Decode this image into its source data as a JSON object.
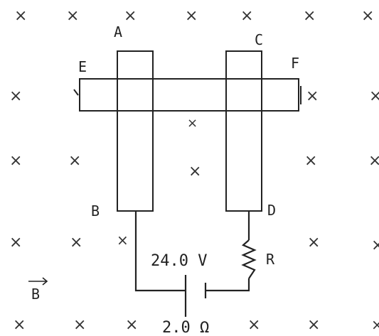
{
  "labels": {
    "a": "A",
    "b": "B",
    "c": "C",
    "d": "D",
    "e": "E",
    "f": "F",
    "r": "R",
    "field": "B"
  },
  "voltage": "24.0 V",
  "resistance": "2.0 Ω",
  "cross_symbol": "×",
  "colors": {
    "ink": "#222222",
    "background": "#ffffff"
  }
}
